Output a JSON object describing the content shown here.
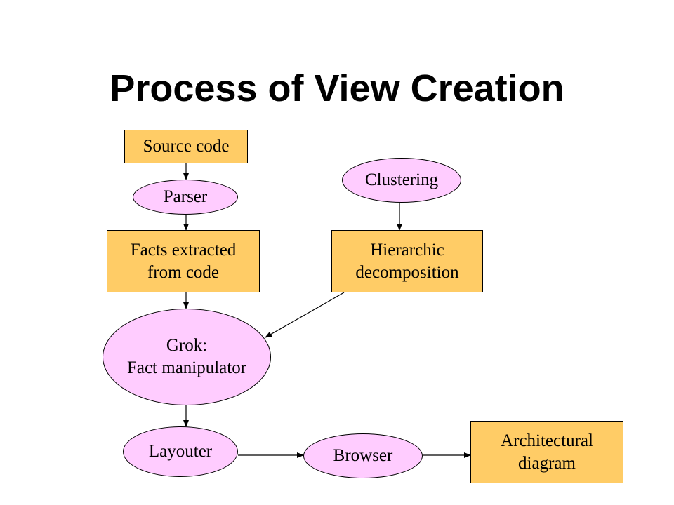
{
  "title": "Process of View Creation",
  "colors": {
    "box_fill": "#ffcc66",
    "ellipse_fill": "#ffccff",
    "stroke": "#000000"
  },
  "nodes": {
    "source_code": {
      "shape": "rectangle",
      "lines": [
        "Source code"
      ]
    },
    "parser": {
      "shape": "ellipse",
      "lines": [
        "Parser"
      ]
    },
    "facts": {
      "shape": "rectangle",
      "lines": [
        "Facts extracted",
        "from code"
      ]
    },
    "clustering": {
      "shape": "ellipse",
      "lines": [
        "Clustering"
      ]
    },
    "hierarchic": {
      "shape": "rectangle",
      "lines": [
        "Hierarchic",
        "decomposition"
      ]
    },
    "grok": {
      "shape": "ellipse",
      "lines": [
        "Grok:",
        "Fact manipulator"
      ]
    },
    "layouter": {
      "shape": "ellipse",
      "lines": [
        "Layouter"
      ]
    },
    "browser": {
      "shape": "ellipse",
      "lines": [
        "Browser"
      ]
    },
    "architectural": {
      "shape": "rectangle",
      "lines": [
        "Architectural",
        "diagram"
      ]
    }
  },
  "edges": [
    {
      "from": "Source code",
      "to": "Parser"
    },
    {
      "from": "Parser",
      "to": "Facts extracted from code"
    },
    {
      "from": "Clustering",
      "to": "Hierarchic decomposition"
    },
    {
      "from": "Facts extracted from code",
      "to": "Grok: Fact manipulator"
    },
    {
      "from": "Hierarchic decomposition",
      "to": "Grok: Fact manipulator"
    },
    {
      "from": "Grok: Fact manipulator",
      "to": "Layouter"
    },
    {
      "from": "Layouter",
      "to": "Browser"
    },
    {
      "from": "Browser",
      "to": "Architectural diagram"
    }
  ]
}
